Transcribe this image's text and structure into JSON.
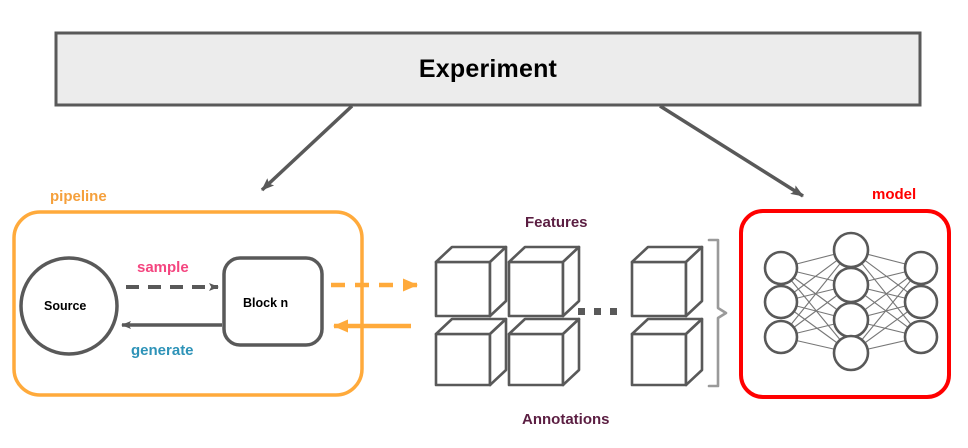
{
  "diagram": {
    "type": "architecture-flow-diagram",
    "background": "#ffffff",
    "header": {
      "title": "Experiment",
      "fill": "#ECECEC",
      "stroke": "#595959"
    },
    "branch_arrows": [
      {
        "name": "experiment-to-pipeline",
        "from": "Experiment",
        "to": "pipeline",
        "color": "#595959",
        "style": "solid"
      },
      {
        "name": "experiment-to-model",
        "from": "Experiment",
        "to": "model",
        "color": "#595959",
        "style": "solid"
      }
    ],
    "pipeline": {
      "label": "pipeline",
      "color": "#F5A03C",
      "source": {
        "label": "Source",
        "shape": "circle",
        "stroke": "#595959"
      },
      "block": {
        "label": "Block n",
        "shape": "rounded-rect",
        "stroke": "#595959"
      },
      "edges": [
        {
          "label": "sample",
          "color": "#F4457F",
          "style": "dashed",
          "direction": "source-to-block",
          "arrow_color": "#595959"
        },
        {
          "label": "generate",
          "color": "#2E93B8",
          "style": "solid",
          "direction": "block-to-source",
          "arrow_color": "#595959"
        }
      ],
      "io_arrows": [
        {
          "name": "pipeline-output-arrow",
          "style": "dashed",
          "direction": "right",
          "color": "#FFAA3B"
        },
        {
          "name": "pipeline-input-arrow",
          "style": "solid",
          "direction": "left",
          "color": "#FFAA3B"
        }
      ]
    },
    "data": {
      "features_label": "Features",
      "annotations_label": "Annotations",
      "ellipsis": "...",
      "cube_stroke": "#595959",
      "bracket_color": "#9A9A9A",
      "rows": [
        {
          "name": "features-row",
          "cubes": 3,
          "has_ellipsis": true
        },
        {
          "name": "annotations-row",
          "cubes": 3,
          "has_ellipsis": false
        }
      ]
    },
    "model": {
      "label": "model",
      "color": "#FF0000",
      "network": {
        "node_stroke": "#595959",
        "edge_stroke": "#777777",
        "layers": [
          {
            "name": "input-layer",
            "nodes": 3
          },
          {
            "name": "hidden-layer",
            "nodes": 4
          },
          {
            "name": "output-layer",
            "nodes": 3
          }
        ]
      }
    }
  }
}
